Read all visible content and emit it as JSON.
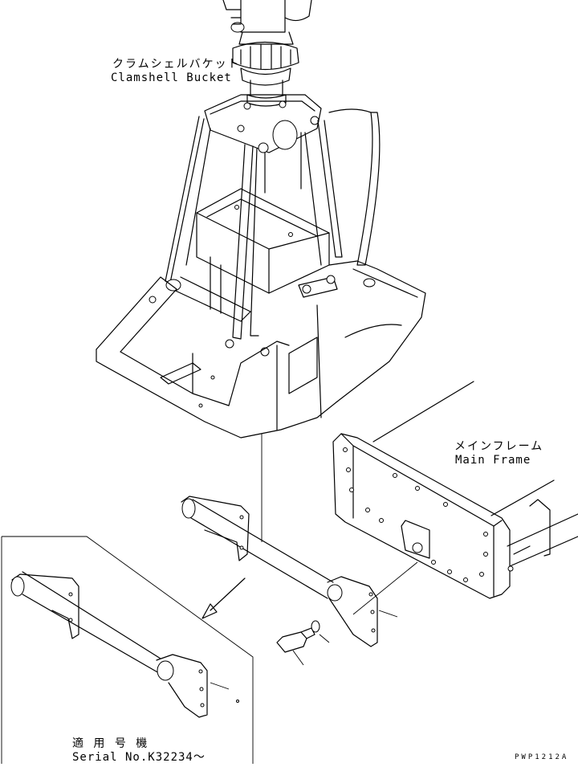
{
  "labels": {
    "clamshell_jp": "クラムシェルバケット",
    "clamshell_en": "Clamshell Bucket",
    "mainframe_jp": "メインフレーム",
    "mainframe_en": "Main Frame",
    "serial_jp": "適 用 号 機",
    "serial_en": "Serial No.K32234～",
    "drawing_code": "PWP1212A"
  }
}
